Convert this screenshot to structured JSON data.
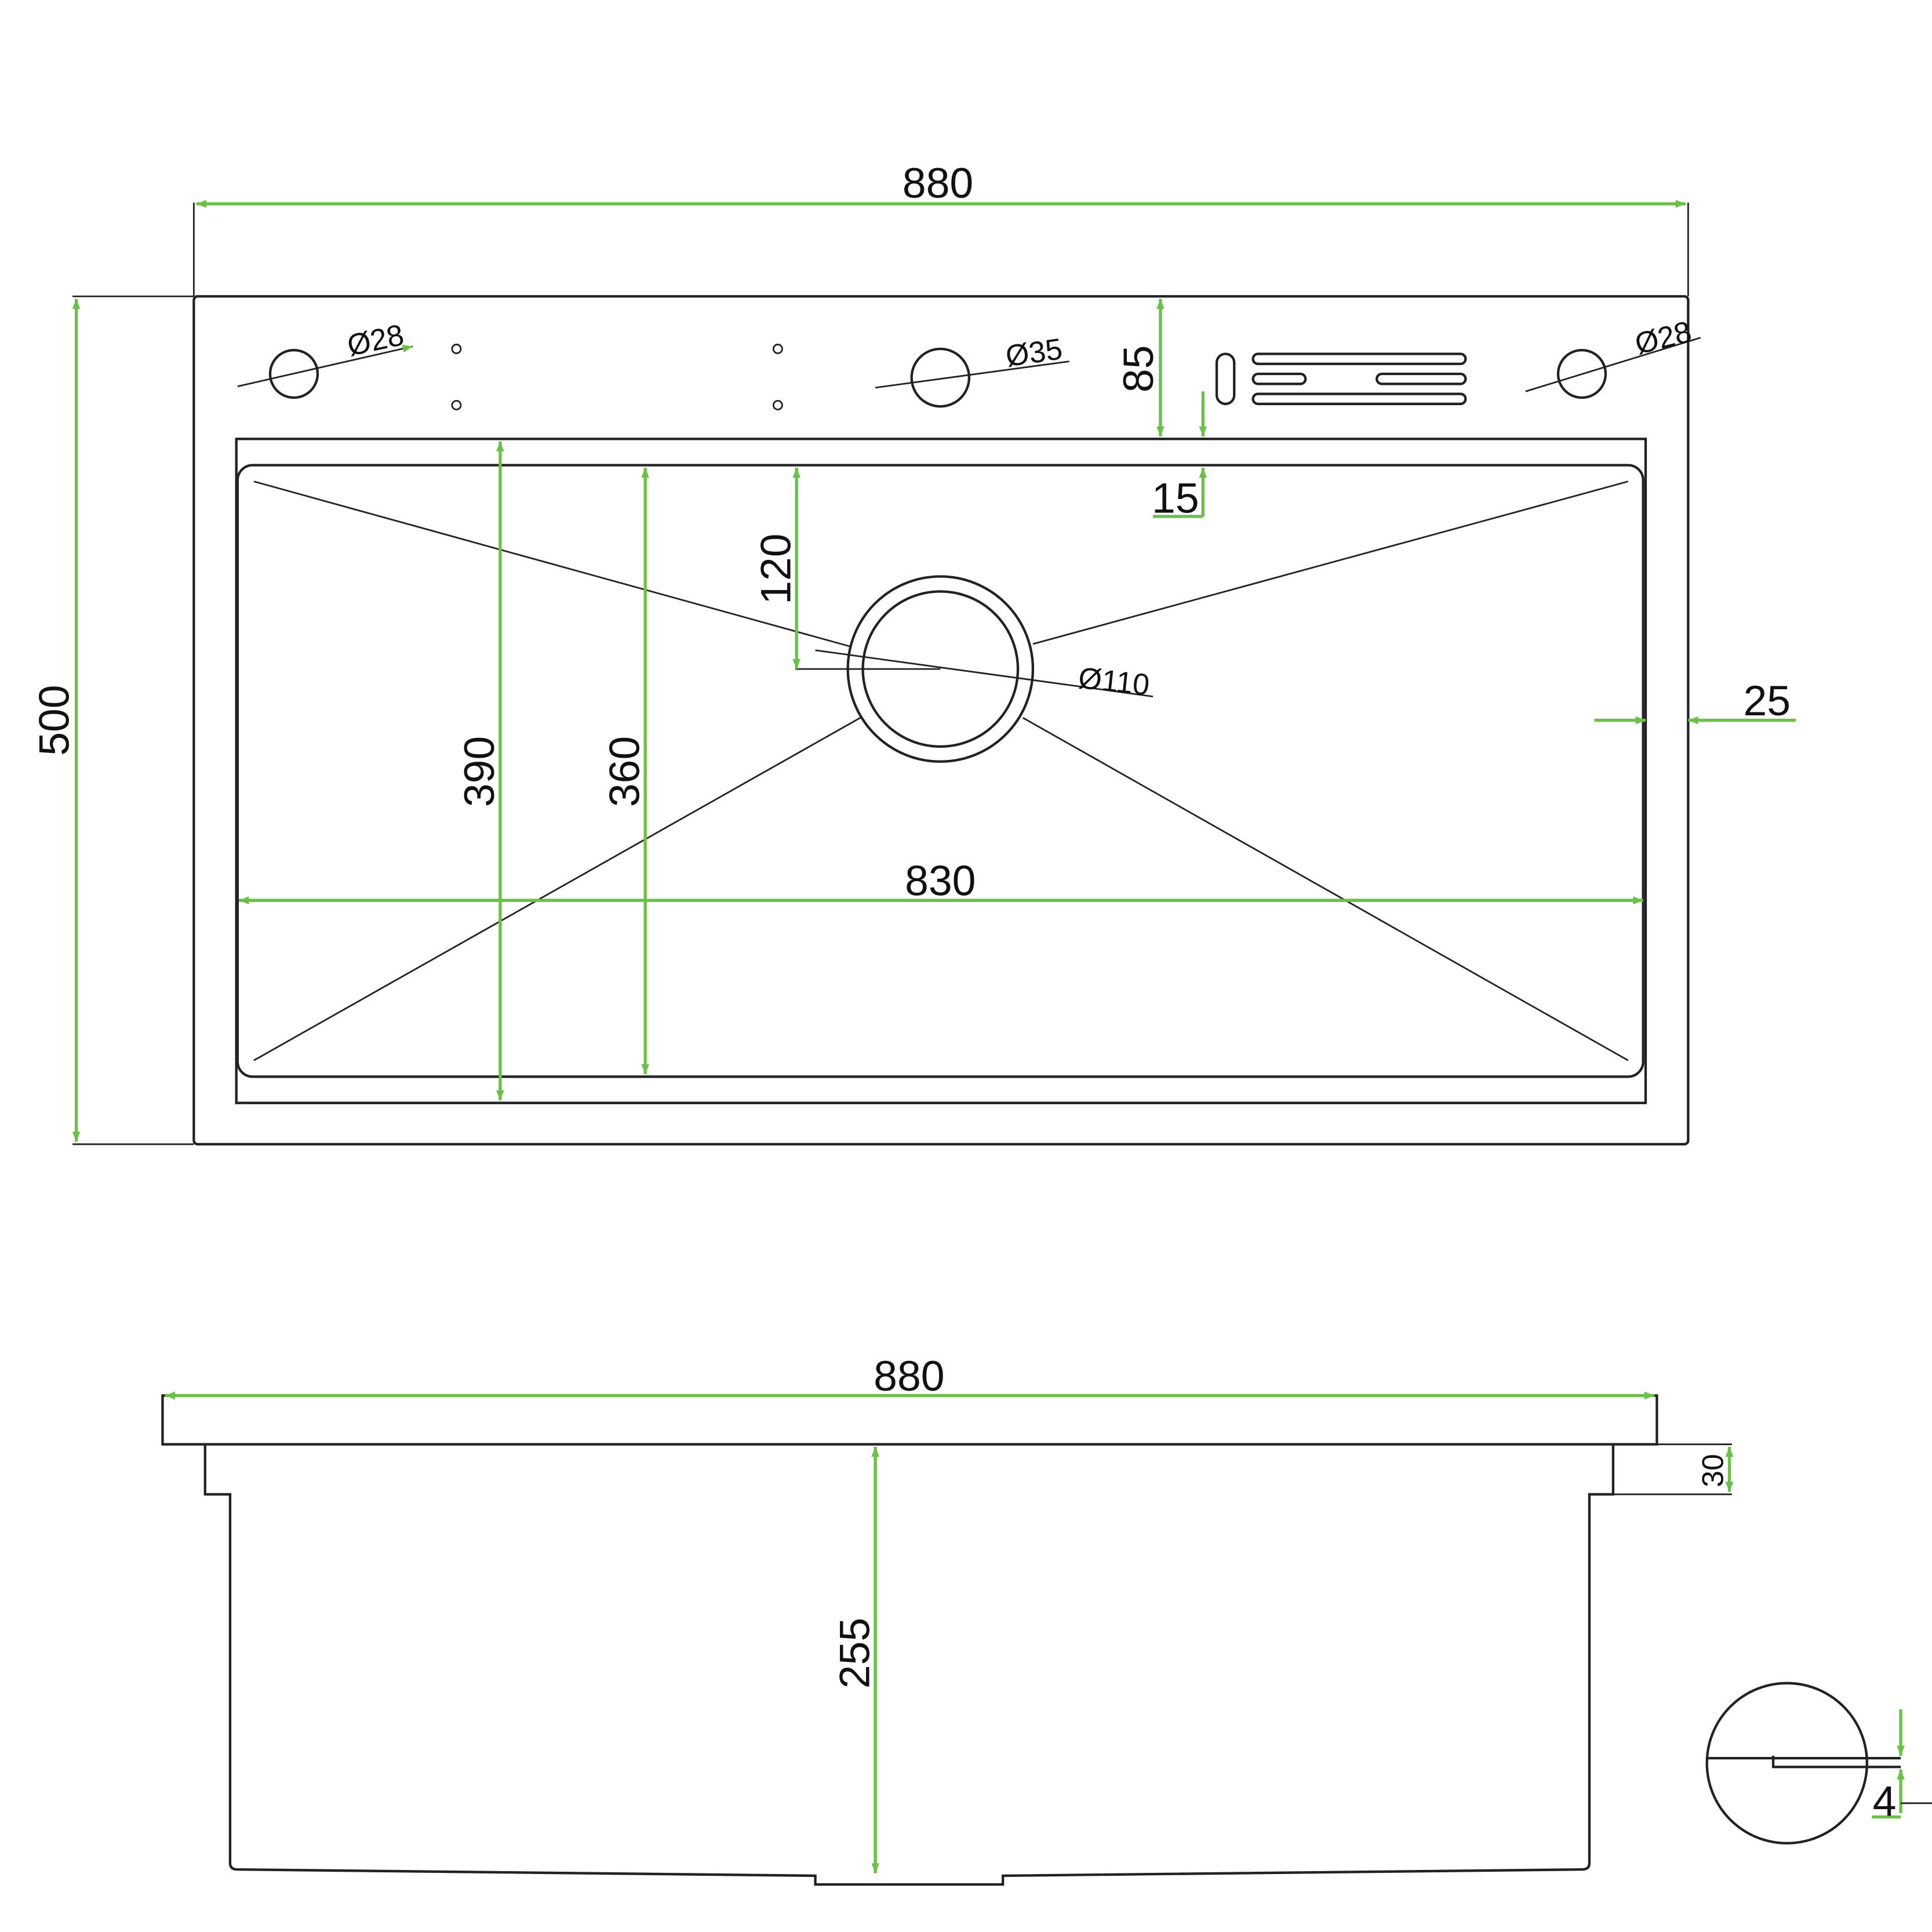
{
  "colors": {
    "dimension": "#6cc04a",
    "outline": "#222222"
  },
  "top_view": {
    "overall_width": "880",
    "overall_depth": "500",
    "deck_depth": "85",
    "wall_offset": "15",
    "bowl_outer_depth": "390",
    "bowl_inner_depth": "360",
    "drain_offset": "120",
    "drain_diameter": "Ø110",
    "side_margin": "25",
    "bowl_width": "830",
    "tap_hole_left": "Ø28",
    "tap_hole_center": "Ø35",
    "tap_hole_right": "Ø28"
  },
  "side_view": {
    "overall_width": "880",
    "flange_height": "30",
    "bowl_height": "255"
  },
  "detail_view": {
    "thickness": "4"
  }
}
